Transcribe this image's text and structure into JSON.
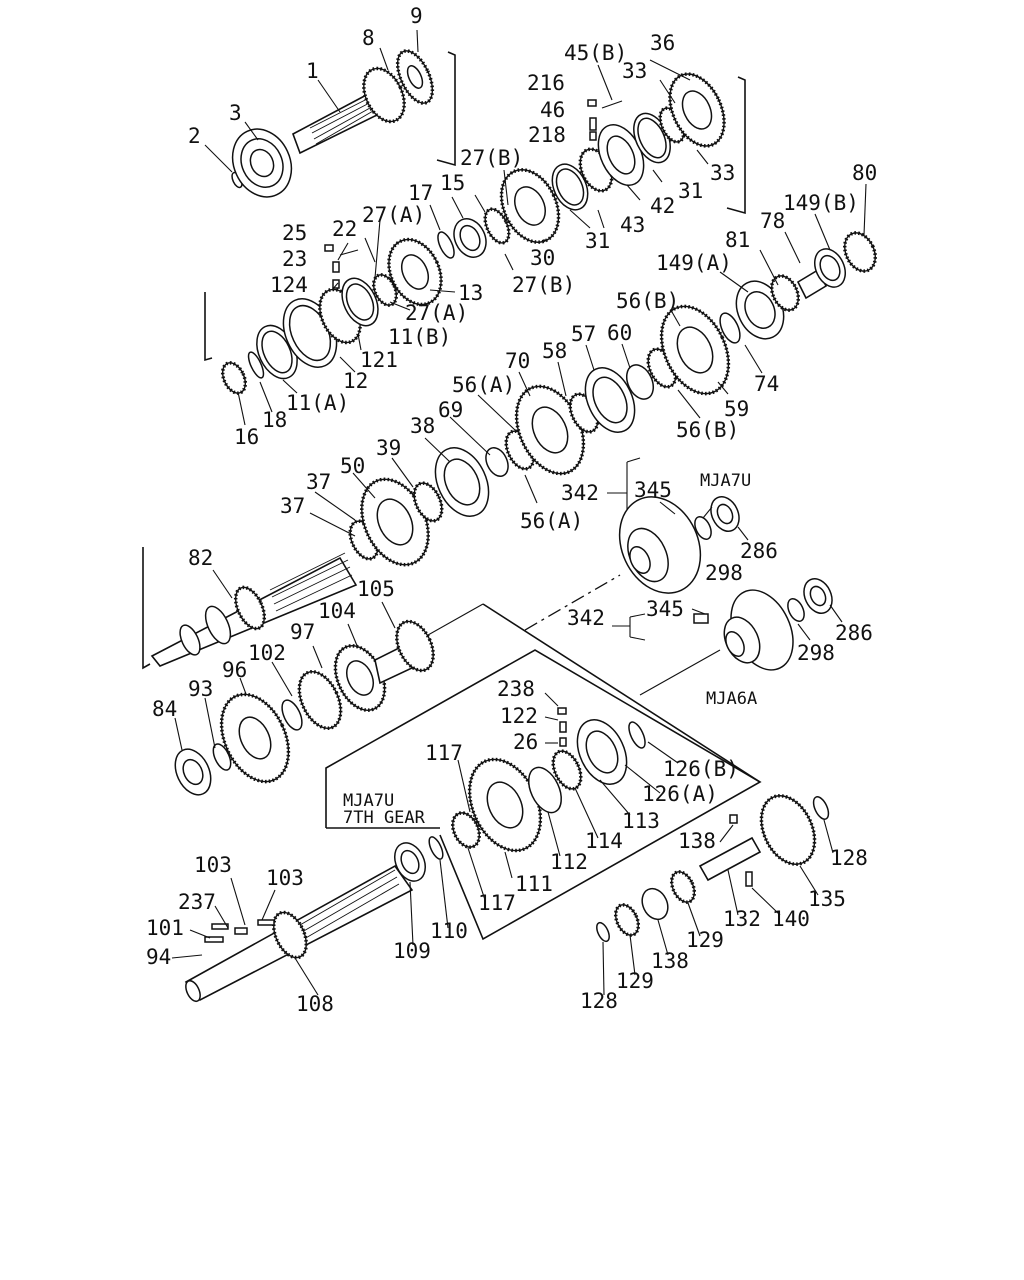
{
  "labels": {
    "l1": "1",
    "l2": "2",
    "l3": "3",
    "l8": "8",
    "l9": "9",
    "l45b": "45(B)",
    "l36": "36",
    "l216": "216",
    "l33a": "33",
    "l46": "46",
    "l218": "218",
    "l33b": "33",
    "l27b_top": "27(B)",
    "l15": "15",
    "l31a": "31",
    "l17": "17",
    "l42": "42",
    "l31b": "31",
    "l43": "43",
    "l30": "30",
    "l27a_top": "27(A)",
    "l22": "22",
    "l25": "25",
    "l23": "23",
    "l124": "124",
    "l13": "13",
    "l27b_bot": "27(B)",
    "l27a_bot": "27(A)",
    "l11b": "11(B)",
    "l121": "121",
    "l12": "12",
    "l11a": "11(A)",
    "l18": "18",
    "l16": "16",
    "l80": "80",
    "l149b": "149(B)",
    "l78": "78",
    "l81": "81",
    "l149a": "149(A)",
    "l56b_top": "56(B)",
    "l57": "57",
    "l60": "60",
    "l58": "58",
    "l70": "70",
    "l56a_top": "56(A)",
    "l69": "69",
    "l38": "38",
    "l74": "74",
    "l59": "59",
    "l56b_bot": "56(B)",
    "l39": "39",
    "l50": "50",
    "l37a": "37",
    "l37b": "37",
    "l56a_bot": "56(A)",
    "l342a": "342",
    "l345a": "345",
    "l286a": "286",
    "l298a": "298",
    "l82": "82",
    "l105": "105",
    "l104": "104",
    "l97": "97",
    "l102": "102",
    "l96": "96",
    "l93": "93",
    "l84": "84",
    "l342b": "342",
    "l345b": "345",
    "l298b": "298",
    "l286b": "286",
    "l238": "238",
    "l122": "122",
    "l26": "26",
    "l117a": "117",
    "l126b": "126(B)",
    "l126a": "126(A)",
    "l113": "113",
    "l114": "114",
    "l112": "112",
    "l111": "111",
    "l117b": "117",
    "l110": "110",
    "l109": "109",
    "l138a": "138",
    "l128a": "128",
    "l135": "135",
    "l140": "140",
    "l132": "132",
    "l129a": "129",
    "l138b": "138",
    "l129b": "129",
    "l128b": "128",
    "l103a": "103",
    "l103b": "103",
    "l237": "237",
    "l101": "101",
    "l94": "94",
    "l108": "108"
  },
  "variants": {
    "mja7u_top": "MJA7U",
    "mja6a": "MJA6A",
    "mja7u_7th_line1": "MJA7U",
    "mja7u_7th_line2": "7TH GEAR"
  }
}
